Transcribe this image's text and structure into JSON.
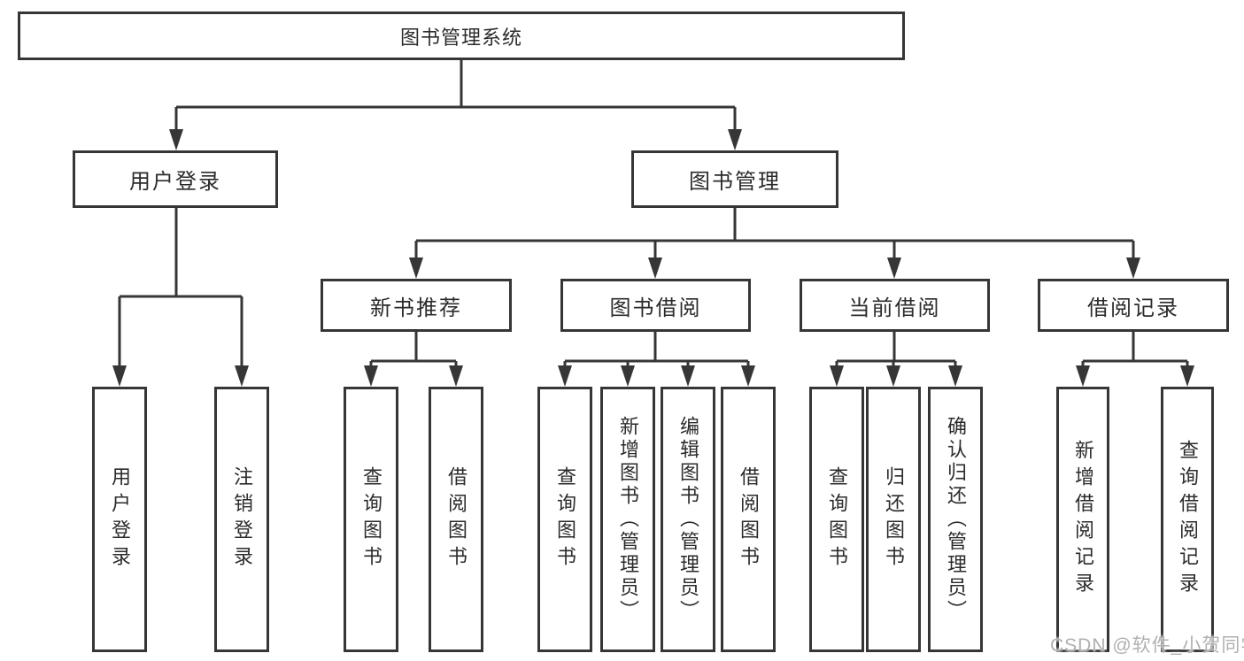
{
  "tree": {
    "label": "图书管理系统",
    "children": [
      {
        "label": "用户登录",
        "children": [
          {
            "label": "用户登录"
          },
          {
            "label": "注销登录"
          }
        ]
      },
      {
        "label": "图书管理",
        "children": [
          {
            "label": "新书推荐",
            "children": [
              {
                "label": "查询图书"
              },
              {
                "label": "借阅图书"
              }
            ]
          },
          {
            "label": "图书借阅",
            "children": [
              {
                "label": "查询图书"
              },
              {
                "label": "新增图书（管理员）"
              },
              {
                "label": "编辑图书（管理员）"
              },
              {
                "label": "借阅图书"
              }
            ]
          },
          {
            "label": "当前借阅",
            "children": [
              {
                "label": "查询图书"
              },
              {
                "label": "归还图书"
              },
              {
                "label": "确认归还（管理员）"
              }
            ]
          },
          {
            "label": "借阅记录",
            "children": [
              {
                "label": "新增借阅记录"
              },
              {
                "label": "查询借阅记录"
              }
            ]
          }
        ]
      }
    ]
  },
  "watermark": "CSDN @软件_小贺同学",
  "colors": {
    "line": "#363636",
    "box_border": "#363636",
    "box_fill": "#ffffff",
    "text": "#2b2b2b",
    "watermark": "#b0b0b0",
    "background": "#ffffff"
  }
}
